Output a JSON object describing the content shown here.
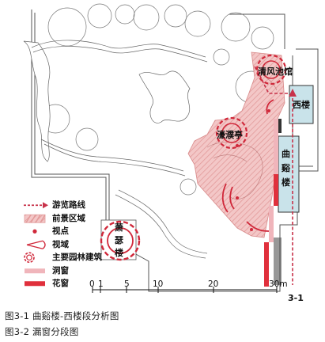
{
  "buildings": {
    "qingfeng": "清风池馆",
    "haopu": "濠濮亭",
    "xilou": "西楼",
    "qudi": "曲\n谿\n楼",
    "xiaoshu": "萧\n瑟\n楼"
  },
  "legend": [
    {
      "label": "游览路线",
      "icon": "dashed-arrow-icon",
      "color": "#c8324a"
    },
    {
      "label": "前景区域",
      "icon": "hatch-area-icon",
      "color": "#e8a7a7"
    },
    {
      "label": "视点",
      "icon": "dot-icon",
      "color": "#d0283a"
    },
    {
      "label": "视域",
      "icon": "view-cone-icon",
      "color": "#d0283a"
    },
    {
      "label": "主要园林建筑",
      "icon": "dashed-ring-icon",
      "color": "#d0283a"
    },
    {
      "label": "洞窗",
      "icon": "light-bar-icon",
      "color": "#f0b5bb"
    },
    {
      "label": "花窗",
      "icon": "dark-bar-icon",
      "color": "#e0303c"
    }
  ],
  "scale": {
    "ticks": [
      "0",
      "1",
      "5",
      "10",
      "20",
      "30m"
    ]
  },
  "figure_number": "3-1",
  "captions": [
    "图3-1 曲谿楼-西楼段分析图",
    "图3-2 漏窗分段图"
  ]
}
